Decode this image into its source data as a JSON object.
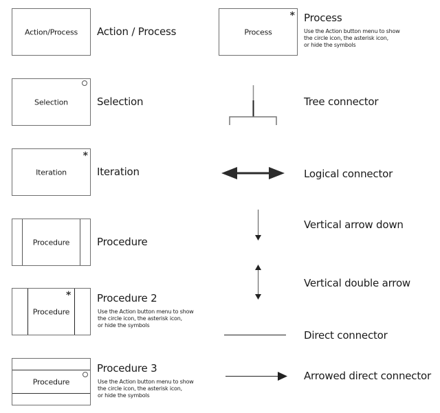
{
  "shapes": {
    "action_process": {
      "box_label": "Action/Process",
      "title": "Action / Process"
    },
    "selection": {
      "box_label": "Selection",
      "title": "Selection",
      "marker": "circle"
    },
    "iteration": {
      "box_label": "Iteration",
      "title": "Iteration",
      "marker": "asterisk"
    },
    "procedure": {
      "box_label": "Procedure",
      "title": "Procedure"
    },
    "procedure2": {
      "box_label": "Procedure",
      "title": "Procedure 2",
      "marker": "asterisk",
      "description": [
        "Use the Action button menu to show",
        "the circle icon, the asterisk icon,",
        "or hide the symbols"
      ]
    },
    "procedure3": {
      "box_label": "Procedure",
      "title": "Procedure 3",
      "marker": "circle",
      "description": [
        "Use the Action button menu to show",
        "the circle icon, the asterisk icon,",
        "or hide the symbols"
      ]
    },
    "process": {
      "box_label": "Process",
      "title": "Process",
      "marker": "asterisk",
      "description": [
        "Use the Action button menu to show",
        "the circle icon, the asterisk icon,",
        "or hide the symbols"
      ]
    }
  },
  "connectors": {
    "tree": {
      "title": "Tree connector"
    },
    "logical": {
      "title": "Logical connector"
    },
    "vertical_down": {
      "title": "Vertical arrow down"
    },
    "vertical_double": {
      "title": "Vertical double arrow"
    },
    "direct": {
      "title": "Direct connector"
    },
    "arrowed_direct": {
      "title": "Arrowed direct connector"
    }
  },
  "markers": {
    "asterisk": "*",
    "circle": "circle-icon"
  },
  "colors": {
    "stroke": "#6e6e6e",
    "connector": "#2b2b2b",
    "text": "#1a1a1a"
  }
}
